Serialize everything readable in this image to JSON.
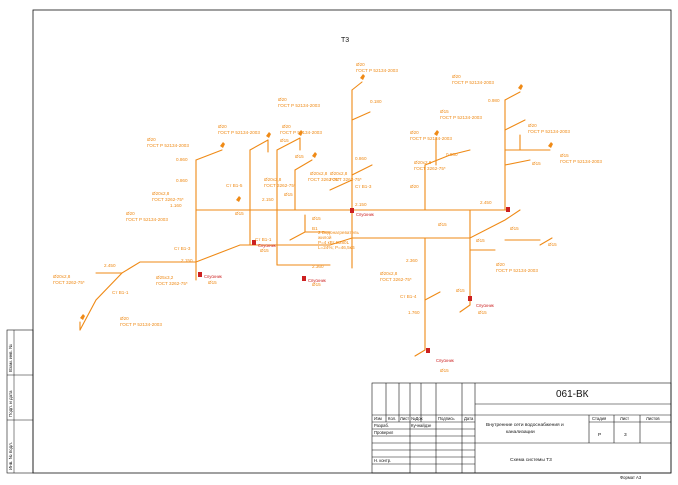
{
  "drawing": {
    "system_title": "Т3",
    "labels": {
      "d20": "Ø20",
      "d15": "Ø15",
      "d20x28": "Ø20х2,8",
      "d25x3": "Ø25х3,2",
      "gost_r": "ГОСТ Р 52134-2003",
      "gost_vgp": "ГОСТ 3262-75*",
      "e2450": "2.450",
      "e2250": "2.250",
      "e2150": "2.150",
      "e0860": "0.860",
      "e1060": "1.060",
      "e0800": "0.800",
      "e1160": "1.160",
      "e1760": "1.760",
      "e0900": "0.900",
      "e0980": "0.980",
      "e0180": "0.180",
      "e1240": "1.240",
      "e2360": "2.360",
      "stoyak_b11": "Ст В1-1",
      "stoyak_b12": "Ст В1-2",
      "stoyak_b13": "Ст В1-3",
      "stoyak_b14": "Ст В1-4",
      "stoyak_b15": "Ст В1-5",
      "valve_b1": "В1",
      "spuskn": "Спускник",
      "heater_1": "2 Водонагреватель",
      "heater_2": "жилой",
      "heater_3": "Р=4 кВт В280L",
      "heater_4": "L=24%; Р=46,5кВ"
    }
  },
  "title_block": {
    "code": "061-ВК",
    "hdr_izm": "Изм",
    "hdr_kol": "Кол.",
    "hdr_list": "Лист",
    "hdr_ndok": "№Док",
    "hdr_podp": "Подпись",
    "hdr_data": "Дата",
    "role_razrab": "Разраб.",
    "name_razrab": "Кучнайдзе",
    "role_prov": "Проверил",
    "role_nkontr": "Н. контр.",
    "project_name_1": "Внутренние сети водоснабжения и",
    "project_name_2": "канализации",
    "sheet_name": "Схема системы Т3",
    "stadiya_label": "Стадия",
    "stadiya_value": "Р",
    "list_label": "Лист",
    "list_value": "3",
    "listov_label": "Листов",
    "format": "Формат А3"
  },
  "side_stamp": {
    "inv_podl": "Инв. № подл.",
    "podp_data": "Подп. и дата",
    "vzam_inv": "Взам. инв. №"
  }
}
